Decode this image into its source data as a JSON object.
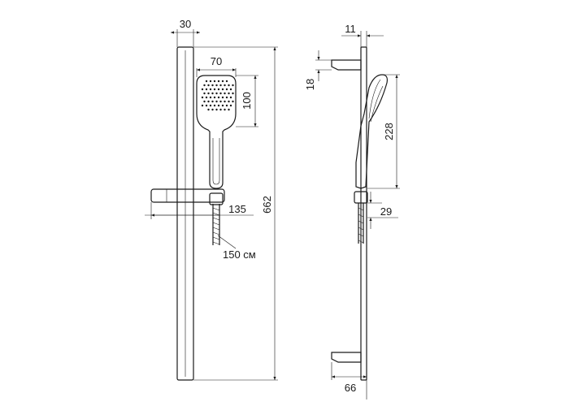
{
  "front_view": {
    "rail_width": "30",
    "head_width": "70",
    "head_height": "100",
    "slider_depth": "135",
    "hose_length": "150 см",
    "rail_length": "662"
  },
  "side_view": {
    "wall_gap": "11",
    "bracket_height": "18",
    "handset_length": "228",
    "holder_height": "29",
    "total_depth": "66"
  }
}
